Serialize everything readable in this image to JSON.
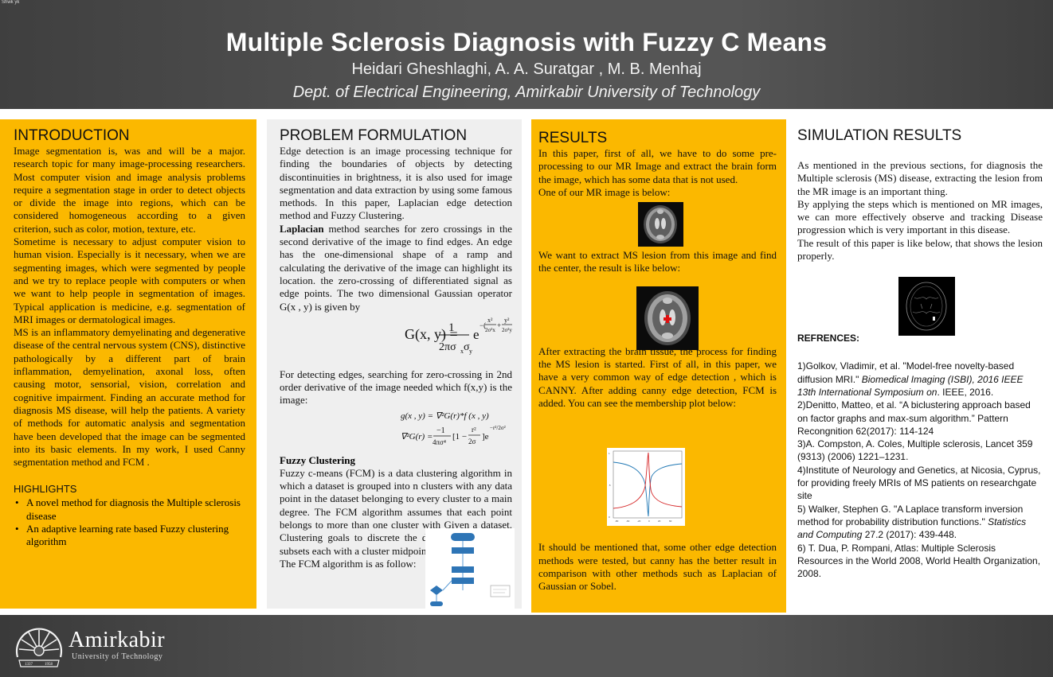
{
  "header": {
    "corner_text": "Shwk yk",
    "title": "Multiple Sclerosis Diagnosis with Fuzzy C Means",
    "authors": "Heidari Gheshlaghi, A. A. Suratgar , M. B. Menhaj",
    "dept": "Dept. of Electrical Engineering, Amirkabir University of Technology"
  },
  "intro": {
    "title": "INTRODUCTION",
    "p1": "Image segmentation is, was and will be a major. research topic for many image-processing researchers. Most computer vision and image analysis problems require a segmentation stage in order to detect objects or divide the image into regions, which can be considered homogeneous according to a given criterion, such as color, motion, texture, etc.",
    "p2": "Sometime is necessary to adjust computer vision to human vision. Especially is it necessary, when we are segmenting images, which were segmented by people and we try to replace people with computers or when we want to help people in segmentation of images. Typical application is medicine, e.g. segmentation of MRI images or dermatological images.",
    "p3": "MS is an inflammatory demyelinating and degenerative disease of the central nervous system (CNS), distinctive pathologically by a different part of brain inflammation, demyelination, axonal loss, often causing motor, sensorial, vision, correlation and cognitive impairment. Finding an accurate method for diagnosis MS disease, will help the patients. A variety of methods for automatic analysis and segmentation have been developed that the image can be segmented into its basic elements. In my work, I used Canny segmentation method and FCM .",
    "highlights_title": "HIGHLIGHTS",
    "highlights": [
      "A novel method for diagnosis the Multiple sclerosis disease",
      "An adaptive learning rate based Fuzzy clustering algorithm"
    ]
  },
  "problem": {
    "title": "PROBLEM FORMULATION",
    "p1": "Edge detection is an image processing technique for finding the boundaries of objects by detecting discontinuities in brightness, it is also used for image segmentation and data extraction by using some famous methods. In this paper, Laplacian edge detection method and Fuzzy Clustering.",
    "laplacian_bold": "Laplacian",
    "p2": " method searches for zero crossings in the second derivative of the image to find edges. An edge has the one-dimensional shape of a ramp and calculating the derivative of the image can highlight its location. the zero-crossing of differentiated signal as edge points. The two dimensional Gaussian operator G(x , y) is given by",
    "p3": "For detecting edges, searching for zero-crossing in 2nd order derivative of the image needed which f(x,y) is the image:",
    "fuzzy_title": "Fuzzy Clustering",
    "p4": "Fuzzy c-means (FCM) is a data clustering algorithm in which a dataset is grouped into n clusters with any data point in the dataset belonging to every cluster to a main degree. The FCM algorithm assumes that each point belongs to more than one cluster with Given a dataset. Clustering goals to discrete the dataset into different subsets each with a cluster midpoint.",
    "p5": "The FCM algorithm is as follow:"
  },
  "results": {
    "title": "RESULTS",
    "p1": "In this paper, first of all, we have to do some pre-processing to our MR Image and extract the brain form the image, which has some data that is not used.",
    "p2": "One of our MR image is below:",
    "p3": "We want to extract MS lesion from this image and find the center, the result is like below:",
    "p4": "After extracting the brain tissue, the process for finding the MS lesion is started. First of all, in this paper, we have a very common way of edge detection , which is CANNY. After adding canny edge detection, FCM is added.  You can see the membership plot below:",
    "p5": "It should be mentioned that, some other edge detection methods were tested, but canny has the better result in comparison with other methods such as Laplacian of Gaussian or Sobel."
  },
  "simulation": {
    "title": "SIMULATION RESULTS",
    "p1": " As mentioned in the previous sections, for diagnosis the Multiple sclerosis (MS) disease, extracting the lesion from the MR image is an important thing.",
    "p2": "By applying the steps which is mentioned on MR images, we can more effectively observe and tracking Disease progression which is very important in this disease.",
    "p3": "The result of this paper is like below, that shows the lesion properly.",
    "refs_title": "REFRENCES:",
    "refs": [
      {
        "pre": "1)Golkov, Vladimir, et al. \"Model-free novelty-based diffusion MRI.\" ",
        "it": "Biomedical Imaging (ISBI), 2016 IEEE 13th International Symposium on",
        "post": ". IEEE, 2016."
      },
      {
        "pre": "2)Denitto, Matteo, et al. “A biclustering approach based on factor graphs and max-sum algorithm.” Pattern Recongnition 62(2017): 114-124",
        "it": "",
        "post": ""
      },
      {
        "pre": "3)A. Compston, A. Coles, Multiple sclerosis, Lancet 359 (9313) (2006) 1221–1231.",
        "it": "",
        "post": ""
      },
      {
        "pre": "4)Institute of Neurology and Genetics, at Nicosia, Cyprus, for providing freely MRIs of MS patients on researchgate site",
        "it": "",
        "post": ""
      },
      {
        "pre": "5) Walker, Stephen G. \"A Laplace transform inversion method for probability distribution functions.\" ",
        "it": "Statistics and Computing",
        "post": " 27.2 (2017): 439-448."
      },
      {
        "pre": "6) T. Dua, P. Rompani, Atlas: Multiple Sclerosis Resources in the World 2008, World Health Organization, 2008.",
        "it": "",
        "post": ""
      }
    ]
  },
  "footer": {
    "logo_name": "Amirkabir",
    "logo_sub": "University of Technology",
    "seal_year_left": "1337",
    "seal_year_right": "1958"
  }
}
